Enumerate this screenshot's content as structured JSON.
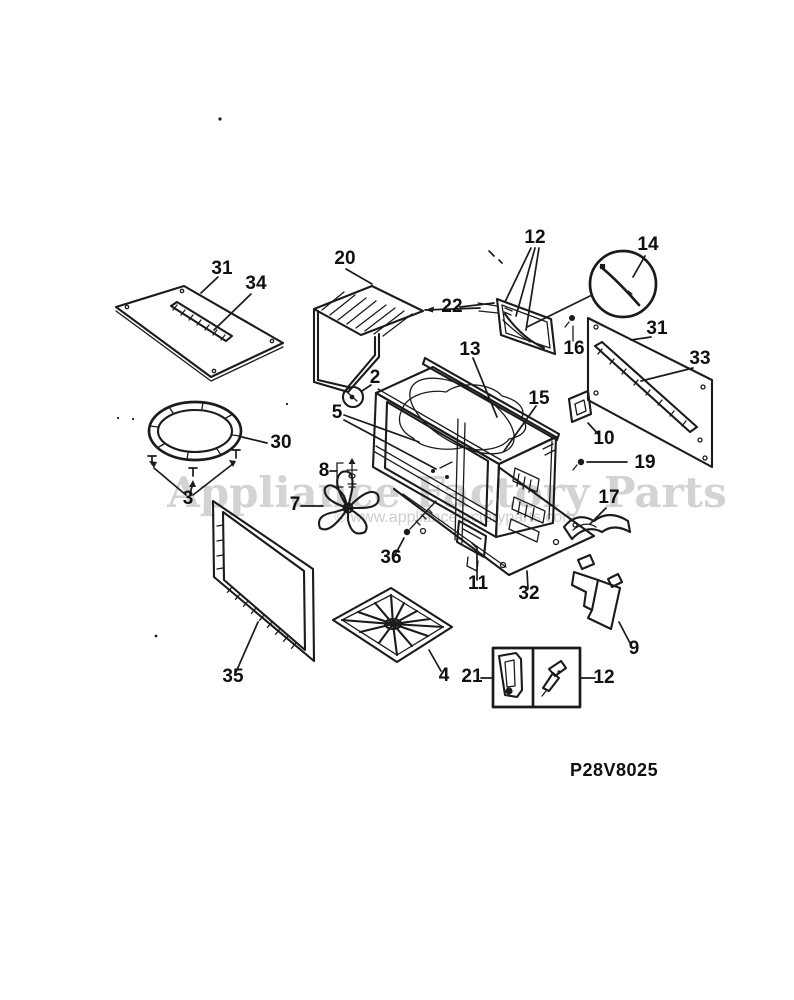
{
  "diagram": {
    "part_number": "P28V8025",
    "watermark": {
      "title": "Appliance Factory Parts",
      "url": "© www.appliancefactoryparts.com"
    },
    "colors": {
      "ink": "#1b1b1b",
      "watermark": "#c3c3c3",
      "background": "#ffffff"
    },
    "callouts": [
      {
        "label": "31"
      },
      {
        "label": "34"
      },
      {
        "label": "20"
      },
      {
        "label": "12"
      },
      {
        "label": "14"
      },
      {
        "label": "22"
      },
      {
        "label": "16"
      },
      {
        "label": "31"
      },
      {
        "label": "33"
      },
      {
        "label": "13"
      },
      {
        "label": "2"
      },
      {
        "label": "15"
      },
      {
        "label": "5"
      },
      {
        "label": "10"
      },
      {
        "label": "30"
      },
      {
        "label": "19"
      },
      {
        "label": "8"
      },
      {
        "label": "3"
      },
      {
        "label": "17"
      },
      {
        "label": "7"
      },
      {
        "label": "36"
      },
      {
        "label": "11"
      },
      {
        "label": "32"
      },
      {
        "label": "9"
      },
      {
        "label": "35"
      },
      {
        "label": "4"
      },
      {
        "label": "21"
      },
      {
        "label": "12"
      }
    ]
  }
}
